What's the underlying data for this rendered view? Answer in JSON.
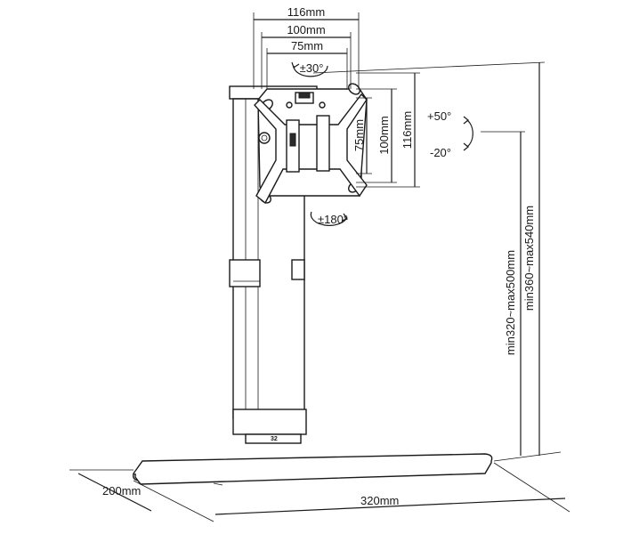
{
  "dimensions": {
    "vesa_116_h": "116mm",
    "vesa_100_h": "100mm",
    "vesa_75_h": "75mm",
    "vesa_75_v": "75mm",
    "vesa_100_v": "100mm",
    "vesa_116_v": "116mm",
    "height_inner": "min320~max500mm",
    "height_outer": "min360~max540mm",
    "base_depth": "200mm",
    "base_width": "320mm"
  },
  "rotations": {
    "swivel": "±30°",
    "rotate": "±180°",
    "tilt_up": "+50°",
    "tilt_down": "-20°"
  },
  "markings": {
    "column_label": "32"
  }
}
